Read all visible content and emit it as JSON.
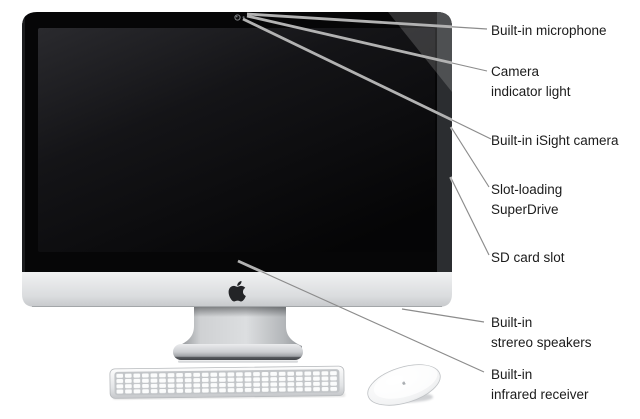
{
  "labels": [
    {
      "id": "built-in-microphone",
      "lines": [
        "Built-in microphone",
        ""
      ]
    },
    {
      "id": "camera-indicator-light",
      "lines": [
        "Camera",
        "indicator light"
      ]
    },
    {
      "id": "built-in-isight-camera",
      "lines": [
        "Built-in iSight camera",
        ""
      ]
    },
    {
      "id": "slot-loading-superdrive",
      "lines": [
        "Slot-loading",
        "SuperDrive"
      ]
    },
    {
      "id": "sd-card-slot",
      "lines": [
        "SD card slot",
        ""
      ]
    },
    {
      "id": "built-in-stereo-speakers",
      "lines": [
        "Built-in",
        "strereo speakers"
      ]
    },
    {
      "id": "built-in-infrared-receiver",
      "lines": [
        "Built-in",
        "infrared receiver"
      ]
    }
  ],
  "icons": {
    "chin_logo": "apple-logo-icon",
    "mouse_logo": "apple-logo-icon",
    "camera": "isight-camera-lens-dot",
    "indicator": "camera-indicator-dot"
  },
  "colors": {
    "background": "#ffffff",
    "screen_black": "#060607",
    "aluminum_light": "#eef0f2",
    "aluminum_dark": "#c6c8cb",
    "callout_line": "#8c8c8c",
    "callout_line_on_screen": "#b2b2b2",
    "label_text": "#1b1b1b"
  }
}
